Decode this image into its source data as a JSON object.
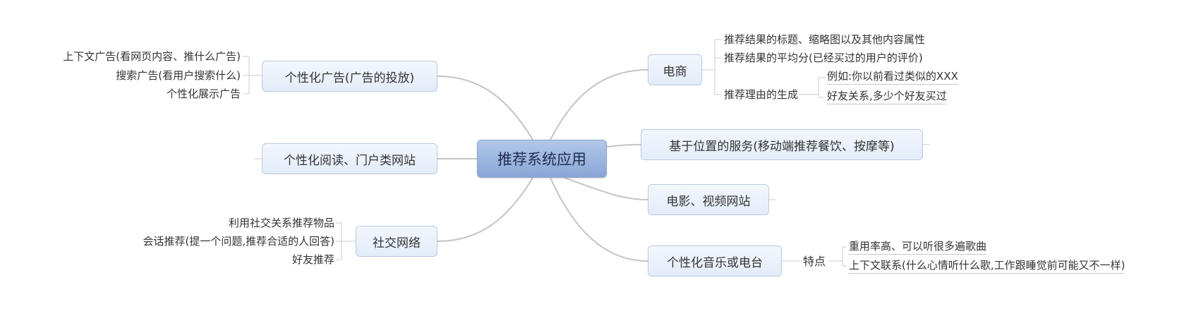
{
  "root": {
    "label": "推荐系统应用"
  },
  "ads": {
    "label": "个性化广告(广告的投放)",
    "items": [
      "上下文广告(看网页内容、推什么广告)",
      "搜索广告(看用户搜索什么)",
      "个性化展示广告"
    ]
  },
  "reading": {
    "label": "个性化阅读、门户类网站"
  },
  "social": {
    "label": "社交网络",
    "items": [
      "利用社交关系推荐物品",
      "会话推荐(提一个问题,推荐合适的人回答)",
      "好友推荐"
    ]
  },
  "ecommerce": {
    "label": "电商",
    "items": [
      "推荐结果的标题、缩略图以及其他内容属性",
      "推荐结果的平均分(已经买过的用户的评价)",
      "推荐理由的生成"
    ],
    "reason_items": [
      "例如:你以前看过类似的XXX",
      "好友关系,多少个好友买过"
    ]
  },
  "lbs": {
    "label": "基于位置的服务(移动端推荐餐饮、按摩等)"
  },
  "video": {
    "label": "电影、视频网站"
  },
  "music": {
    "label": "个性化音乐或电台",
    "feature": "特点",
    "feature_items": [
      "重用率高、可以听很多遍歌曲",
      "上下文联系(什么心情听什么歌,工作跟睡觉前可能又不一样)"
    ]
  }
}
